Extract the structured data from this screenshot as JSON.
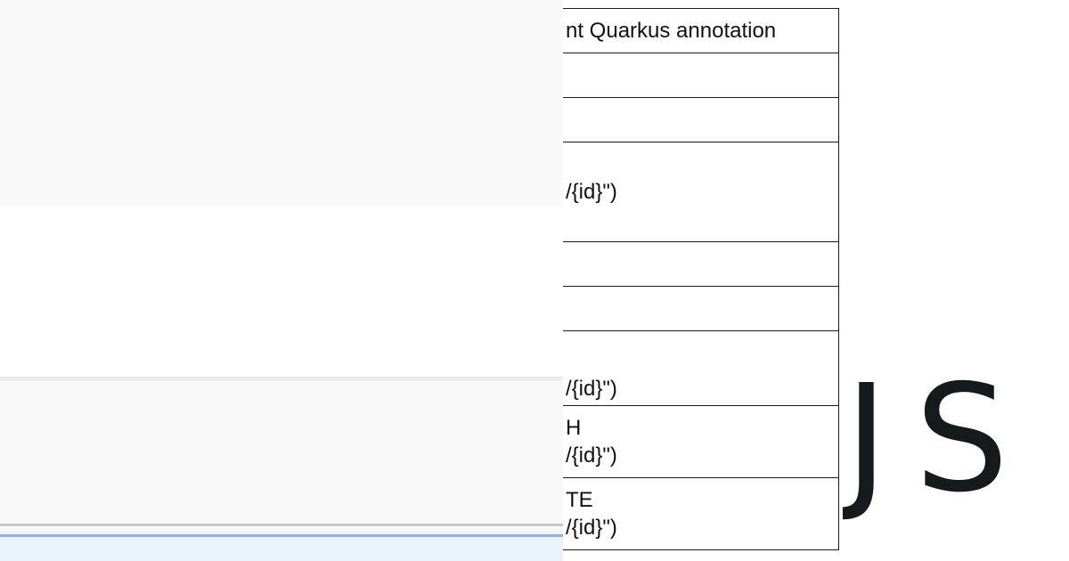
{
  "left_panel": {
    "colors": {
      "top_block": "#f9f9f9",
      "middle_block": "#ffffff",
      "lower_block": "#f8f8f8",
      "gray_rule": "#c9c9cd",
      "blue_rule": "#8fb4dc",
      "blue_area": "#eaf3fb"
    }
  },
  "table": {
    "header": "nt Quarkus annotation",
    "rows": [
      {
        "lines": [
          ""
        ]
      },
      {
        "lines": [
          ""
        ]
      },
      {
        "lines": [
          "/{id}\")"
        ]
      },
      {
        "lines": [
          ""
        ]
      },
      {
        "lines": [
          ""
        ]
      },
      {
        "lines": [
          "/{id}\")"
        ]
      },
      {
        "lines": [
          "H",
          "/{id}\")"
        ]
      },
      {
        "lines": [
          "TE",
          "/{id}\")"
        ]
      }
    ],
    "border_color": "#1a1a1a"
  },
  "logo": {
    "text": "JS",
    "color": "#151a1c"
  }
}
